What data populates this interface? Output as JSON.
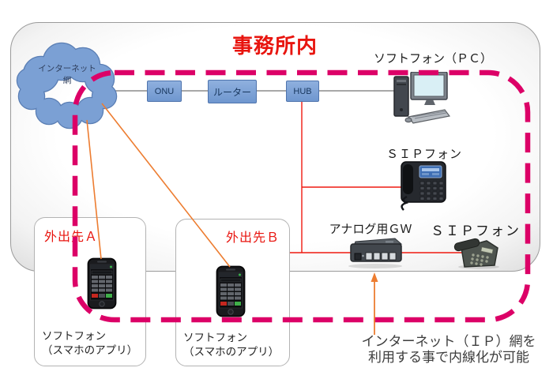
{
  "title": "事務所内",
  "cloud": {
    "line1": "インターネット",
    "line2": "網"
  },
  "nodes": [
    {
      "label": "ONU"
    },
    {
      "label": "ルーター"
    },
    {
      "label": "HUB"
    }
  ],
  "devices": {
    "softphone_pc": {
      "label": "ソフトフォン（ＰＣ）"
    },
    "sip_phone": {
      "label": "ＳＩＰフォン"
    },
    "analog_gateway": {
      "label": "アナログ用ＧＷ"
    },
    "analog_sip_phone": {
      "label": "ＳＩＰフォン"
    }
  },
  "remote_sites": [
    {
      "name": "外出先Ａ",
      "line1": "ソフトフォン",
      "line2": "（スマホのアプリ）"
    },
    {
      "name": "外出先Ｂ",
      "line1": "ソフトフォン",
      "line2": "（スマホのアプリ）"
    }
  ],
  "note": {
    "line1": "インターネット（ＩＰ）網を",
    "line2": "利用する事で内線化が可能"
  },
  "icons": {
    "cloud": "internet-cloud-icon",
    "pc": "desktop-pc-icon",
    "sip_phone": "sip-phone-icon",
    "gateway": "analog-gateway-icon",
    "analog_phone": "analog-phone-icon",
    "smartphone": "smartphone-icon",
    "arrow": "up-arrow-icon"
  },
  "colors": {
    "accent_red": "#e8150f",
    "loop_magenta": "#dc0067",
    "connector_red": "#ef1a10",
    "connector_orange": "#ed7d31",
    "connector_gray": "#8c8c8c",
    "node_fill": "#7ca2d6",
    "node_border": "#4f74ad",
    "cloud_fill": "#7ba0d4",
    "note_text": "#3d3d3d"
  }
}
